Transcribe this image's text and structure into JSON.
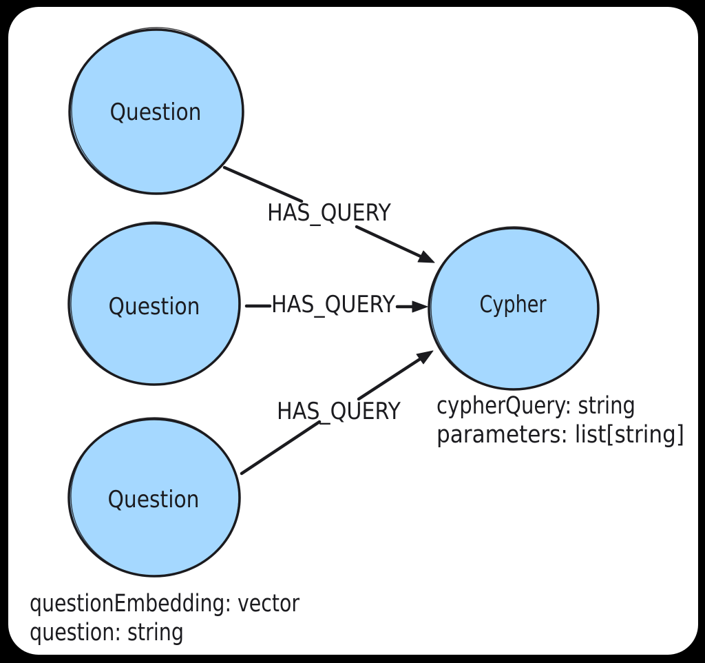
{
  "diagram": {
    "type": "graph-data-model",
    "nodes": [
      {
        "id": "question-top",
        "label": "Question"
      },
      {
        "id": "question-middle",
        "label": "Question"
      },
      {
        "id": "question-bottom",
        "label": "Question"
      },
      {
        "id": "cypher",
        "label": "Cypher"
      }
    ],
    "edges": [
      {
        "from": "question-top",
        "to": "cypher",
        "label": "HAS_QUERY"
      },
      {
        "from": "question-middle",
        "to": "cypher",
        "label": "HAS_QUERY"
      },
      {
        "from": "question-bottom",
        "to": "cypher",
        "label": "HAS_QUERY"
      }
    ],
    "annotations": {
      "question_properties": {
        "line1": "questionEmbedding: vector",
        "line2": "question: string"
      },
      "cypher_properties": {
        "line1": "cypherQuery: string",
        "line2": "parameters: list[string]"
      }
    },
    "colors": {
      "frame": "#000000",
      "canvas": "#ffffff",
      "node_fill": "#a5d8ff",
      "stroke": "#1b1b1f"
    }
  }
}
